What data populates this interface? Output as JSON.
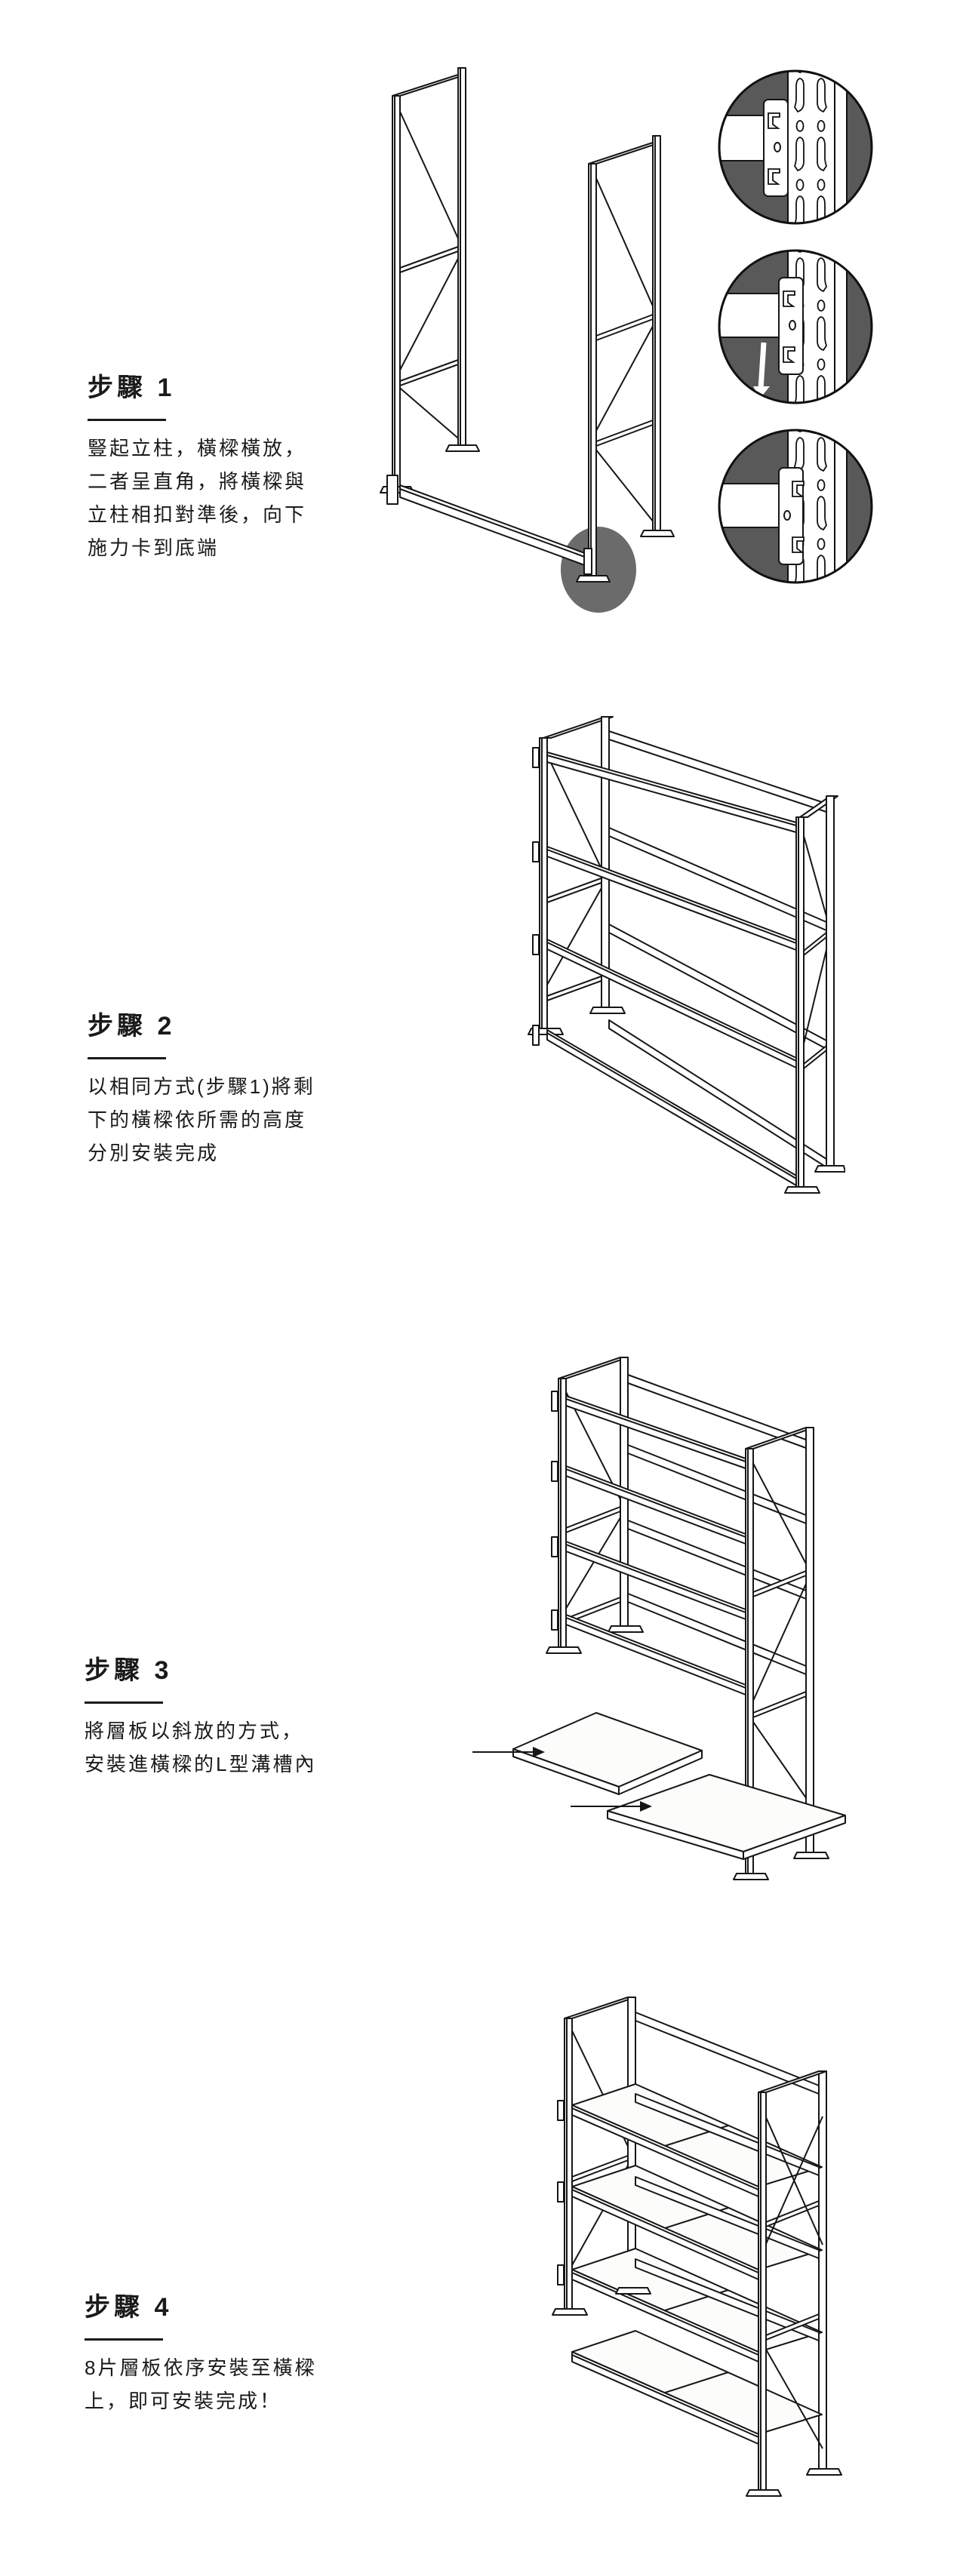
{
  "steps": [
    {
      "title": "步驟 1",
      "body": "豎起立柱，橫樑橫放，\n二者呈直角，將橫樑與\n立柱相扣對準後，向下\n施力卡到底端",
      "figure": "upright-frames-with-first-beam"
    },
    {
      "title": "步驟 2",
      "body": "以相同方式(步驟1)將剩\n下的橫樑依所需的高度\n分別安裝完成",
      "figure": "rack-with-all-beams-installed"
    },
    {
      "title": "步驟 3",
      "body": "將層板以斜放的方式，\n安裝進橫樑的L型溝槽內",
      "figure": "shelf-boards-inserted-at-angle"
    },
    {
      "title": "步驟 4",
      "body": "8片層板依序安裝至橫樑\n上，即可安裝完成！",
      "figure": "completed-rack-with-shelves"
    }
  ],
  "detail_callouts": [
    "beam-hook-aligned-with-post-slots",
    "beam-hook-inserted-push-down",
    "beam-hook-locked-in-place"
  ],
  "colors": {
    "ink": "#161616",
    "text": "#1a1a1a",
    "callout_fill": "#595959",
    "highlight_fill": "#6b6b6b",
    "background": "#ffffff"
  }
}
